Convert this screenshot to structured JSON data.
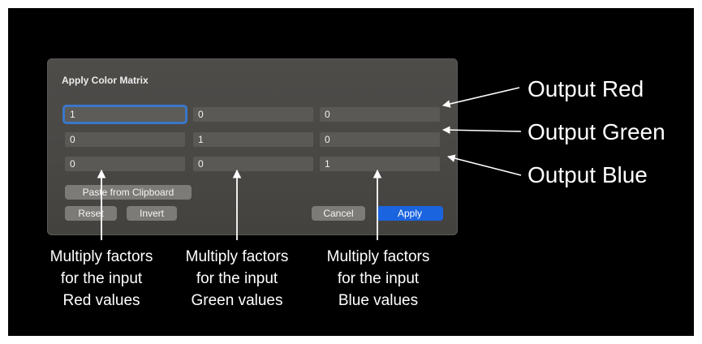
{
  "dialog": {
    "title": "Apply Color Matrix",
    "matrix": [
      [
        "1",
        "0",
        "0"
      ],
      [
        "0",
        "1",
        "0"
      ],
      [
        "0",
        "0",
        "1"
      ]
    ],
    "buttons": {
      "paste": "Paste from Clipboard",
      "reset": "Reset",
      "invert": "Invert",
      "cancel": "Cancel",
      "apply": "Apply"
    }
  },
  "annotations": {
    "output_labels": [
      "Output Red",
      "Output Green",
      "Output Blue"
    ],
    "captions": [
      [
        "Multiply factors",
        "for the input",
        "Red values"
      ],
      [
        "Multiply factors",
        "for the input",
        "Green values"
      ],
      [
        "Multiply factors",
        "for the input",
        "Blue values"
      ]
    ]
  },
  "colors": {
    "background": "#000000",
    "dialog": "#4a4845",
    "field": "#5b5955",
    "focus_ring": "#3a77c9",
    "primary_button": "#1a64e0",
    "secondary_button": "#7d7b77",
    "annotation": "#ffffff"
  }
}
